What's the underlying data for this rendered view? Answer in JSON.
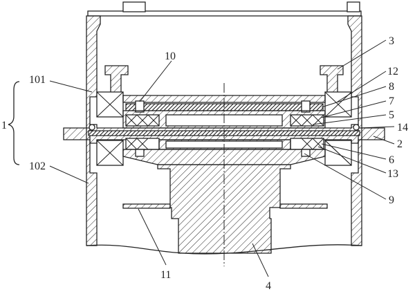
{
  "labels": {
    "l1": "1",
    "l101": "101",
    "l102": "102",
    "l10": "10",
    "l3": "3",
    "l12": "12",
    "l8": "8",
    "l7": "7",
    "l5": "5",
    "l14": "14",
    "l2": "2",
    "l6": "6",
    "l13": "13",
    "l9": "9",
    "l11": "11",
    "l4": "4"
  },
  "colors": {
    "line": "#222222",
    "background": "#ffffff"
  }
}
